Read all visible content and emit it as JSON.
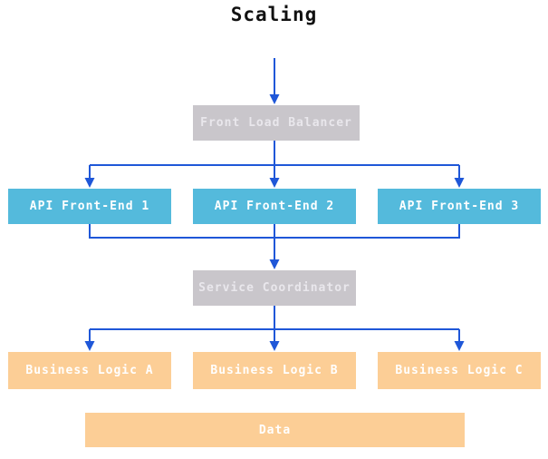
{
  "title": "Scaling",
  "colors": {
    "arrow": "#1f57d8",
    "gray_box": "#c9c6cb",
    "cyan_box": "#54badc",
    "orange_box": "#fcce96",
    "gray_box_text": "#e9e7ec",
    "light_text": "#ffffff",
    "title_text": "#111111",
    "background": "#ffffff"
  },
  "nodes": {
    "front_load_balancer": {
      "label": "Front Load Balancer"
    },
    "api_front_end_1": {
      "label": "API Front-End 1"
    },
    "api_front_end_2": {
      "label": "API Front-End 2"
    },
    "api_front_end_3": {
      "label": "API Front-End 3"
    },
    "service_coordinator": {
      "label": "Service Coordinator"
    },
    "business_logic_a": {
      "label": "Business Logic A"
    },
    "business_logic_b": {
      "label": "Business Logic B"
    },
    "business_logic_c": {
      "label": "Business Logic C"
    },
    "data_store": {
      "label": "Data"
    }
  }
}
